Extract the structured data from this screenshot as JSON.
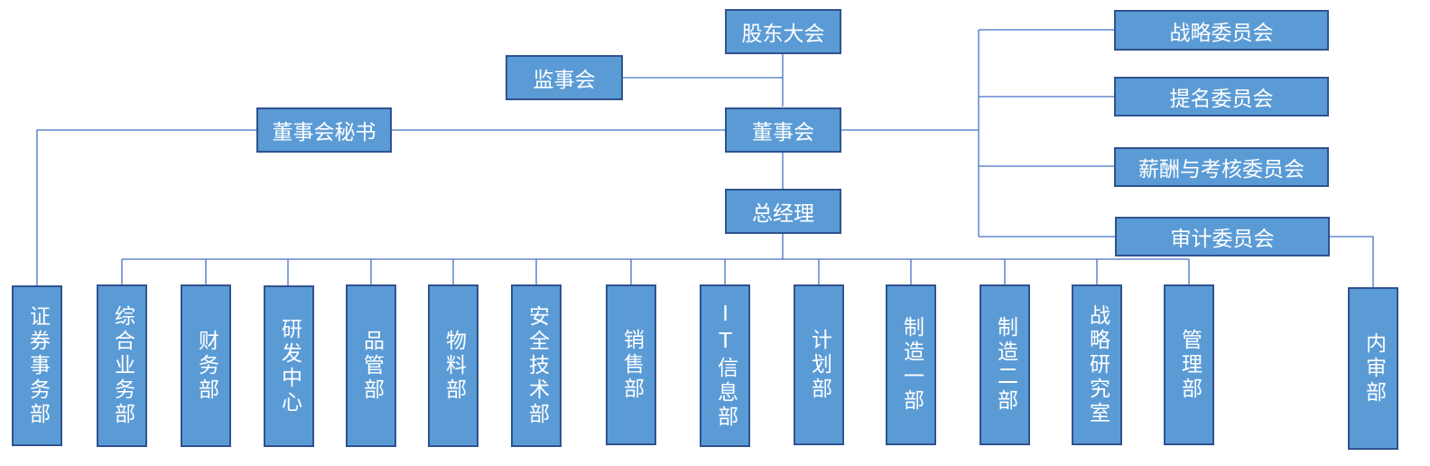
{
  "org": {
    "shareholders": "股东大会",
    "supervisors": "监事会",
    "board": "董事会",
    "board_secretary": "董事会秘书",
    "general_manager": "总经理",
    "committees": [
      "战略委员会",
      "提名委员会",
      "薪酬与考核委员会",
      "审计委员会"
    ],
    "departments": [
      "证券事务部",
      "综合业务部",
      "财务部",
      "研发中心",
      "品管部",
      "物料部",
      "安全技术部",
      "销售部",
      "IT信息部",
      "计划部",
      "制造一部",
      "制造二部",
      "战略研究室",
      "管理部"
    ],
    "internal_audit": "内审部"
  },
  "colors": {
    "box_fill": "#5b9bd5",
    "box_border": "#2f528f",
    "line": "#4472c4",
    "text": "#ffffff"
  }
}
